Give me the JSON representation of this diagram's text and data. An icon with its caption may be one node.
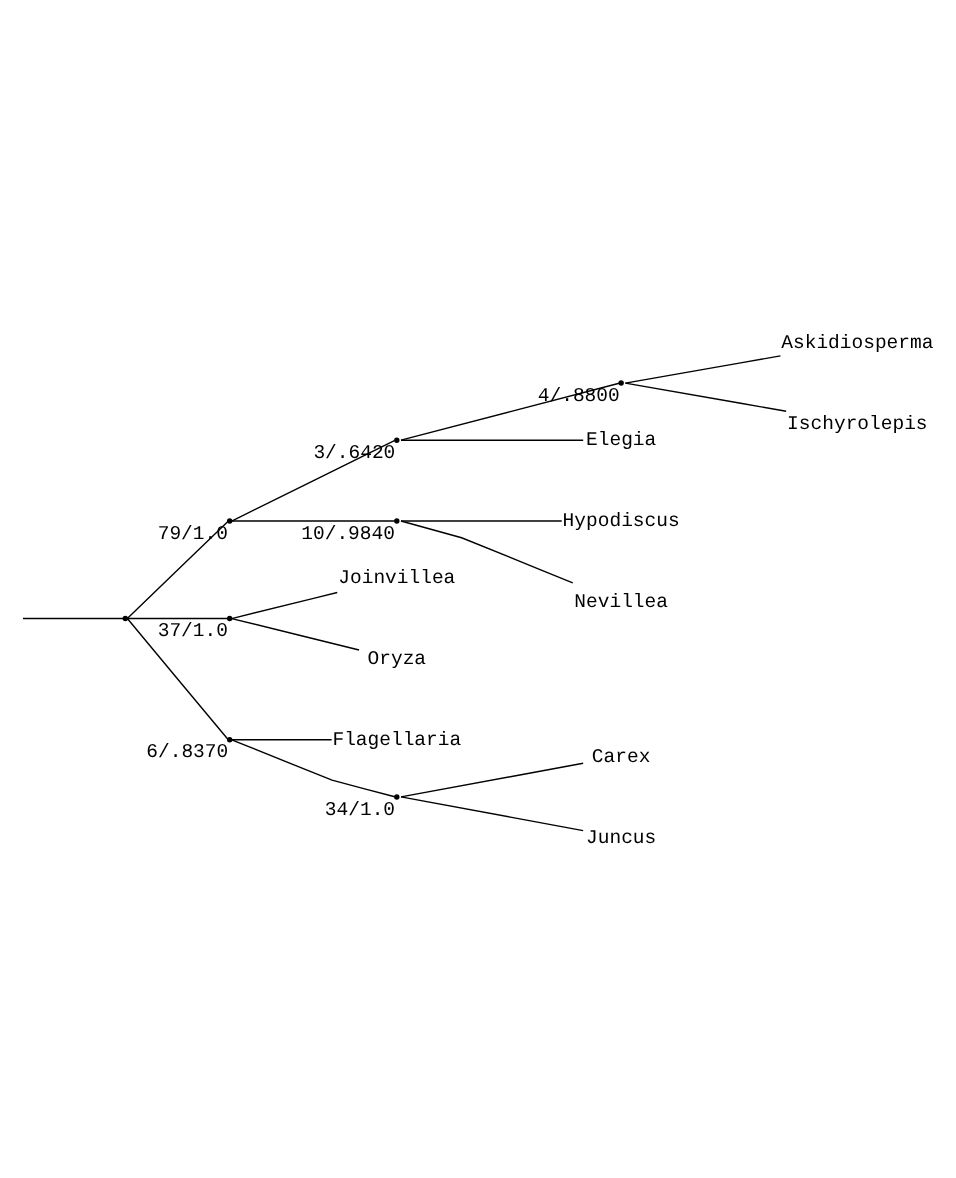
{
  "diagram": {
    "nodes": [
      {
        "text": [
          "Askidiosperma"
        ]
      },
      {
        "text": [],
        "shape": "point",
        "beside": [
          "4/.8800"
        ]
      },
      {
        "text": [
          "Ischyrolepis"
        ]
      },
      {
        "text": [],
        "shape": "point",
        "beside": [
          "3/.6420"
        ]
      },
      {
        "text": [
          "Elegia"
        ]
      },
      {
        "text": [],
        "shape": "point",
        "beside": [
          "79/1.0"
        ]
      },
      {
        "text": [
          "Hypodiscus"
        ]
      },
      {
        "text": [],
        "shape": "point",
        "beside": [
          "10/.9840"
        ]
      },
      {
        "text": [
          "Nevillea"
        ]
      },
      {
        "text": [
          "Joinvillea"
        ]
      },
      {
        "text": [],
        "shape": "point",
        "beside": [
          "37/1.0"
        ]
      },
      {
        "text": [
          "Oryza"
        ]
      },
      {
        "text": [],
        "shape": "point"
      },
      {
        "text": [
          "Flagellaria"
        ]
      },
      {
        "text": [],
        "shape": "point",
        "beside": [
          "6/.8370"
        ]
      },
      {
        "text": [
          "Carex"
        ]
      },
      {
        "text": [],
        "shape": "point",
        "beside": [
          "34/1.0"
        ]
      },
      {
        "text": [
          "Juncus"
        ]
      }
    ],
    "edges": [
      {
        "from": null,
        "to": 12,
        "arrow": "none"
      },
      {
        "from": 12,
        "to": 5,
        "arrow": "none"
      },
      {
        "from": 5,
        "to": 3,
        "arrow": "none"
      },
      {
        "from": 3,
        "to": 1,
        "arrow": "none"
      },
      {
        "from": 1,
        "to": 0,
        "arrow": "none"
      },
      {
        "from": 1,
        "to": 2,
        "arrow": "none"
      },
      {
        "from": 3,
        "to": 4,
        "arrow": "none"
      },
      {
        "from": 5,
        "to": 7,
        "arrow": "none"
      },
      {
        "from": 7,
        "to": 6,
        "arrow": "none"
      },
      {
        "from": 7,
        "to": 8,
        "arrow": "none"
      },
      {
        "from": 12,
        "to": 10,
        "arrow": "none"
      },
      {
        "from": 10,
        "to": 9,
        "arrow": "none"
      },
      {
        "from": 10,
        "to": 11,
        "arrow": "none"
      },
      {
        "from": 12,
        "to": 14,
        "arrow": "none"
      },
      {
        "from": 14,
        "to": 13,
        "arrow": "none"
      },
      {
        "from": 14,
        "to": 16,
        "arrow": "none"
      },
      {
        "from": 16,
        "to": 15,
        "arrow": "none"
      },
      {
        "from": 16,
        "to": 17,
        "arrow": "none"
      }
    ]
  }
}
